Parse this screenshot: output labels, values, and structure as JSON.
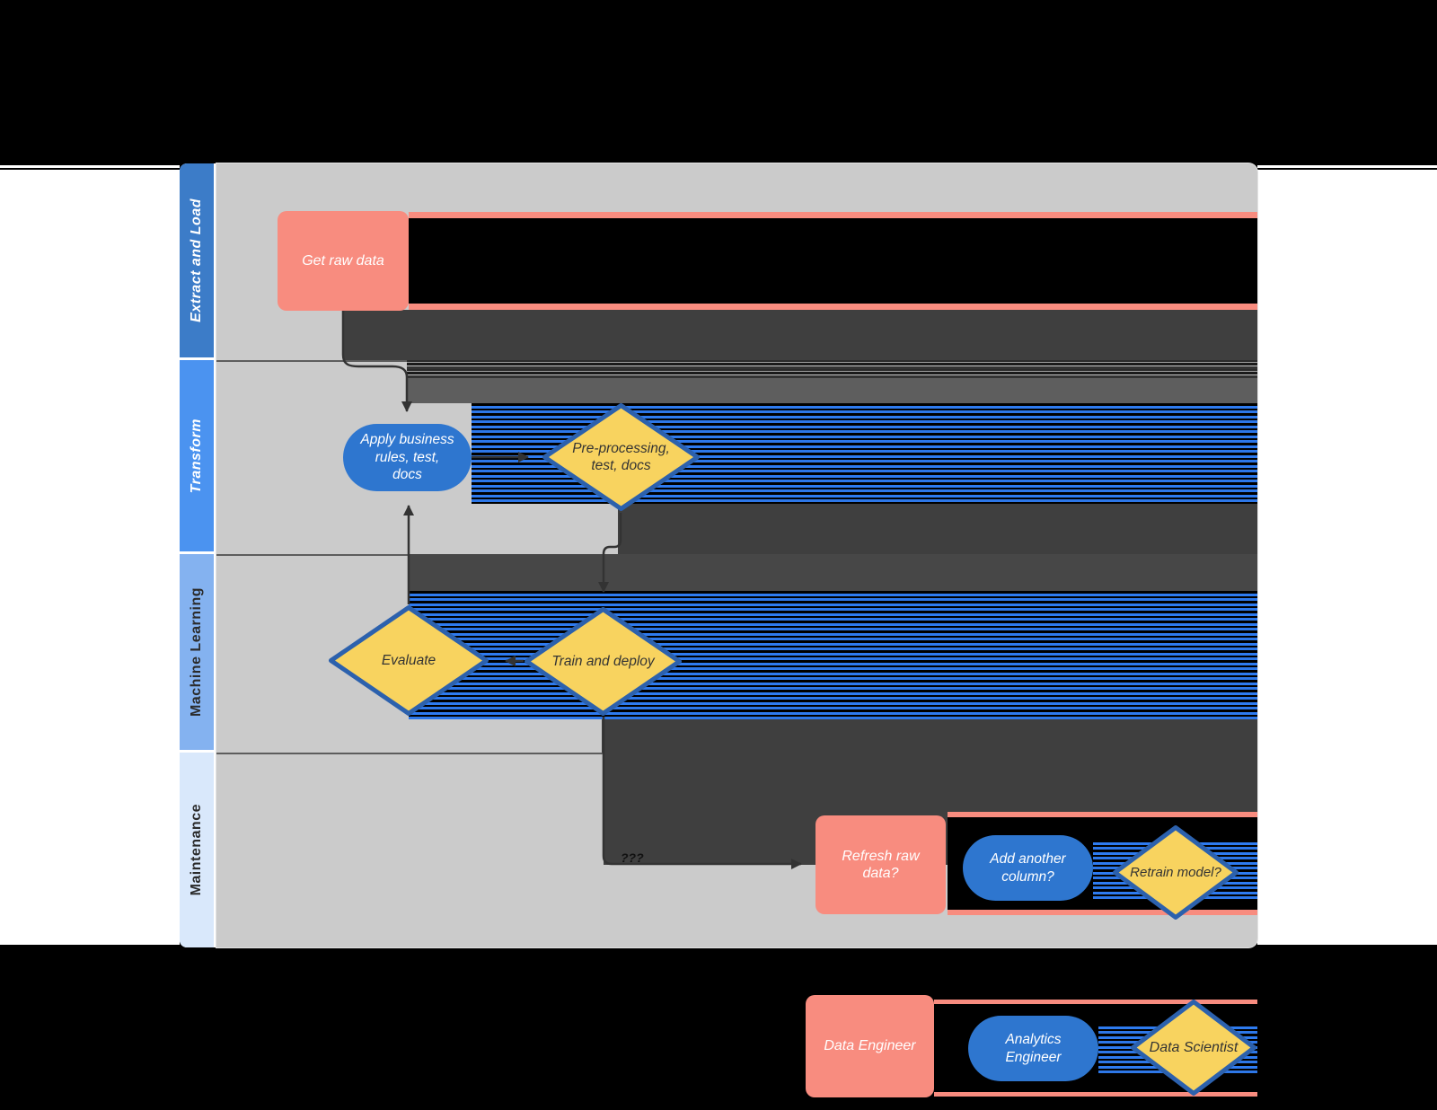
{
  "diagram": {
    "lanes": [
      {
        "label": "Extract and Load"
      },
      {
        "label": "Transform"
      },
      {
        "label": "Machine Learning"
      },
      {
        "label": "Maintenance"
      }
    ],
    "nodes": {
      "get_raw_data": "Get raw data",
      "apply_business_rules": "Apply business\nrules, test,\ndocs",
      "pre_processing": "Pre-processing,\ntest, docs",
      "evaluate": "Evaluate",
      "train_and_deploy": "Train and deploy",
      "refresh_raw_data": "Refresh raw\ndata?",
      "add_another_column": "Add another\ncolumn?",
      "retrain_model": "Retrain model?"
    },
    "edge_label": "???",
    "colors": {
      "page_background": "#000000",
      "margin_white": "#ffffff",
      "lane_header_1": "#3c7cc8",
      "lane_header_2": "#4b93f0",
      "lane_header_3": "#84b2f0",
      "lane_header_4": "#d9e8fb",
      "lane_body": "#cbcbcb",
      "process_fill": "#f88c7f",
      "stadium_fill": "#2e76cf",
      "decision_fill": "#f8d35f",
      "decision_border": "#2c61ad",
      "connector": "#333333",
      "glitch_dark": "#3f3f3f",
      "glitch_blue": "#2e7bf0"
    }
  },
  "legend": {
    "data_engineer": "Data Engineer",
    "analytics_engineer": "Analytics\nEngineer",
    "data_scientist": "Data Scientist"
  }
}
